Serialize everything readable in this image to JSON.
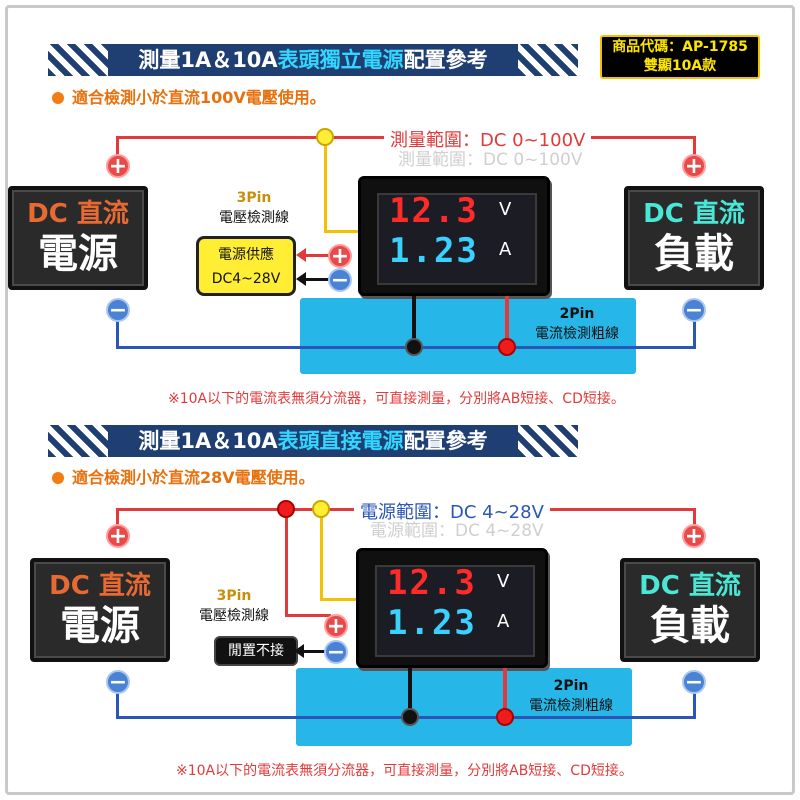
{
  "header": {
    "code_label": "商品代碼：AP-1785",
    "code_sub": "雙顯10A款"
  },
  "section1": {
    "title_pre": "測量1A＆10A",
    "title_hl": "表頭獨立電源",
    "title_post": "配置參考",
    "note": "適合檢測小於直流100V電壓使用。",
    "range": "測量範圍：DC 0~100V",
    "supply_line1": "電源供應",
    "supply_line2": "DC4~28V",
    "footnote": "※10A以下的電流表無須分流器，可直接測量，分別將AB短接、CD短接。"
  },
  "section2": {
    "title_pre": "測量1A＆10A",
    "title_hl": "表頭直接電源",
    "title_post": "配置參考",
    "note": "適合檢測小於直流28V電壓使用。",
    "range": "電源範圍：DC 4~28V",
    "nc_label": "閒置不接",
    "footnote": "※10A以下的電流表無須分流器，可直接測量，分別將AB短接、CD短接。"
  },
  "common": {
    "src_line1": "DC 直流",
    "src_line2": "電源",
    "load_line1": "DC 直流",
    "load_line2": "負載",
    "pin3_title": "3Pin",
    "pin3_desc": "電壓檢測線",
    "pin2_title": "2Pin",
    "pin2_desc": "電流檢測粗線",
    "reading_v": "12.3",
    "reading_a": "1.23",
    "unit_v": "V",
    "unit_a": "A",
    "plus": "+",
    "minus": "−"
  },
  "colors": {
    "banner": "#1f3f73",
    "banner_highlight": "#33d6ff",
    "accent_orange": "#e8700d",
    "wire_red": "#e23a3a",
    "wire_blue": "#2a56b8",
    "wire_yellow": "#f2c200",
    "panel_cyan": "#27b6e8"
  }
}
